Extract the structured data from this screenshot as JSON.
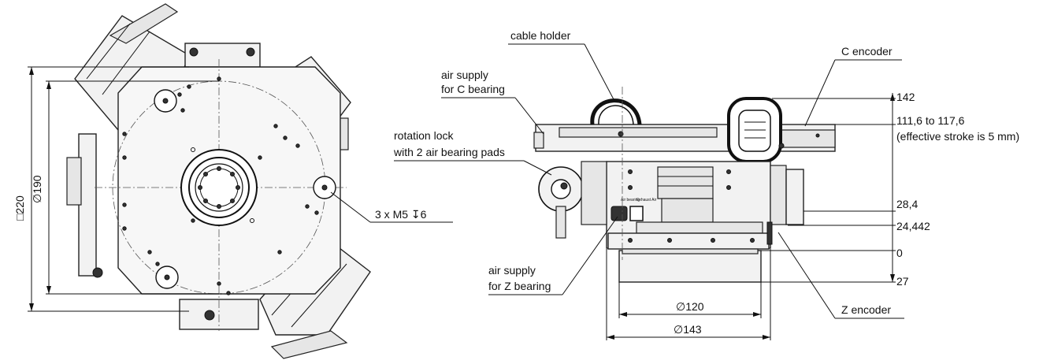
{
  "left_view": {
    "dim_square": "□220",
    "dim_diameter": "∅190",
    "thread_note": "3 x M5 ↧6"
  },
  "right_view": {
    "callouts": {
      "cable_holder": "cable holder",
      "air_supply_c_line1": "air supply",
      "air_supply_c_line2": "for C bearing",
      "rotation_lock_line1": "rotation lock",
      "rotation_lock_line2": "with 2 air bearing pads",
      "air_supply_z_line1": "air supply",
      "air_supply_z_line2": "for Z bearing",
      "c_encoder": "C encoder",
      "z_encoder": "Z encoder"
    },
    "heights": {
      "h142": "142",
      "h111": "111,6  to 117,6",
      "stroke_note": "(effective stroke is 5 mm)",
      "h28": "28,4",
      "h24": "24,442",
      "h0": "0",
      "h27": "27"
    },
    "diameters": {
      "d120": "∅120",
      "d143": "∅143"
    },
    "port_labels": {
      "port_bearing": "Air bearing",
      "port_exhaust": "Exhaust Air"
    }
  }
}
